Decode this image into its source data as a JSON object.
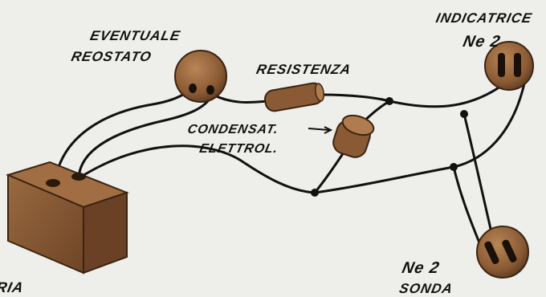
{
  "labels": {
    "reostato_line1": "EVENTUALE",
    "reostato_line2": "REOSTATO",
    "resistenza": "RESISTENZA",
    "indicatrice_line1": "INDICATRICE",
    "indicatrice_line2": "Ne 2",
    "condensatore_line1": "CONDENSAT.",
    "condensatore_line2": "ELETTROL.",
    "batteria": "BATTERIA",
    "sonda_line1": "Ne 2",
    "sonda_line2": "SONDA"
  },
  "colors": {
    "background": "#eeeeea",
    "component_fill": "#8a5a34",
    "component_dark": "#5c3a1f",
    "component_light": "#b07c4e",
    "wire": "#111111"
  }
}
